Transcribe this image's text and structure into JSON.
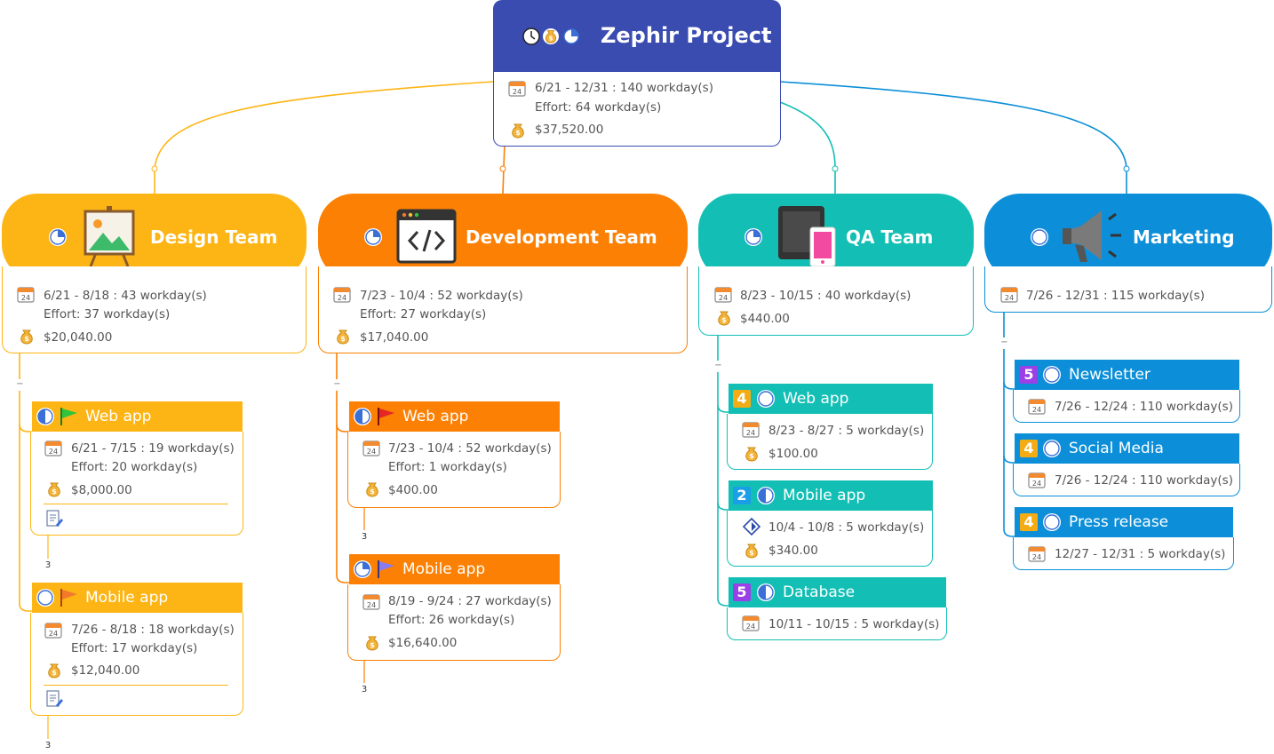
{
  "colors": {
    "root": "#3a4cb0",
    "design": "#fdb515",
    "development": "#fb8003",
    "qa": "#13bfb5",
    "marketing": "#0c8fd8",
    "badge_purple": "#9b3fe6",
    "badge_orange": "#f4ac14",
    "badge_blue": "#1a9ee6"
  },
  "root": {
    "title": "Zephir Project",
    "dates": "6/21",
    "dates_end": "12/31",
    "duration": "140 workday(s)",
    "effort": "Effort: 64 workday(s)",
    "cost": "$37,520.00"
  },
  "teams": {
    "design": {
      "title": "Design Team",
      "dates": "6/21",
      "dates_end": "8/18",
      "duration": "43 workday(s)",
      "effort": "Effort: 37 workday(s)",
      "cost": "$20,040.00",
      "tasks": [
        {
          "title": "Web app",
          "dates": "6/21",
          "dates_end": "7/15",
          "duration": "19 workday(s)",
          "effort": "Effort: 20 workday(s)",
          "cost": "$8,000.00",
          "count": "3"
        },
        {
          "title": "Mobile app",
          "dates": "7/26",
          "dates_end": "8/18",
          "duration": "18 workday(s)",
          "effort": "Effort: 17 workday(s)",
          "cost": "$12,040.00",
          "count": "3"
        }
      ]
    },
    "development": {
      "title": "Development Team",
      "dates": "7/23",
      "dates_end": "10/4",
      "duration": "52 workday(s)",
      "effort": "Effort: 27 workday(s)",
      "cost": "$17,040.00",
      "tasks": [
        {
          "title": "Web app",
          "dates": "7/23",
          "dates_end": "10/4",
          "duration": "52 workday(s)",
          "effort": "Effort: 1 workday(s)",
          "cost": "$400.00",
          "count": "3"
        },
        {
          "title": "Mobile app",
          "dates": "8/19",
          "dates_end": "9/24",
          "duration": "27 workday(s)",
          "effort": "Effort: 26 workday(s)",
          "cost": "$16,640.00",
          "count": "3"
        }
      ]
    },
    "qa": {
      "title": "QA Team",
      "dates": "8/23",
      "dates_end": "10/15",
      "duration": "40 workday(s)",
      "cost": "$440.00",
      "tasks": [
        {
          "badge": "4",
          "title": "Web app",
          "dates": "8/23",
          "dates_end": "8/27",
          "duration": "5 workday(s)",
          "cost": "$100.00"
        },
        {
          "badge": "2",
          "title": "Mobile app",
          "dates": "10/4",
          "dates_end": "10/8",
          "duration": "5 workday(s)",
          "cost": "$340.00"
        },
        {
          "badge": "5",
          "title": "Database",
          "dates": "10/11",
          "dates_end": "10/15",
          "duration": "5 workday(s)"
        }
      ]
    },
    "marketing": {
      "title": "Marketing",
      "dates": "7/26",
      "dates_end": "12/31",
      "duration": "115 workday(s)",
      "tasks": [
        {
          "badge": "5",
          "title": "Newsletter",
          "dates": "7/26",
          "dates_end": "12/24",
          "duration": "110 workday(s)"
        },
        {
          "badge": "4",
          "title": "Social Media",
          "dates": "7/26",
          "dates_end": "12/24",
          "duration": "110 workday(s)"
        },
        {
          "badge": "4",
          "title": "Press release",
          "dates": "12/27",
          "dates_end": "12/31",
          "duration": "5 workday(s)"
        }
      ]
    }
  },
  "icons": {
    "calendar_day": "24",
    "dollar_sign": "$",
    "separator": "-",
    "colon": ":",
    "collapse_sign": "−"
  }
}
